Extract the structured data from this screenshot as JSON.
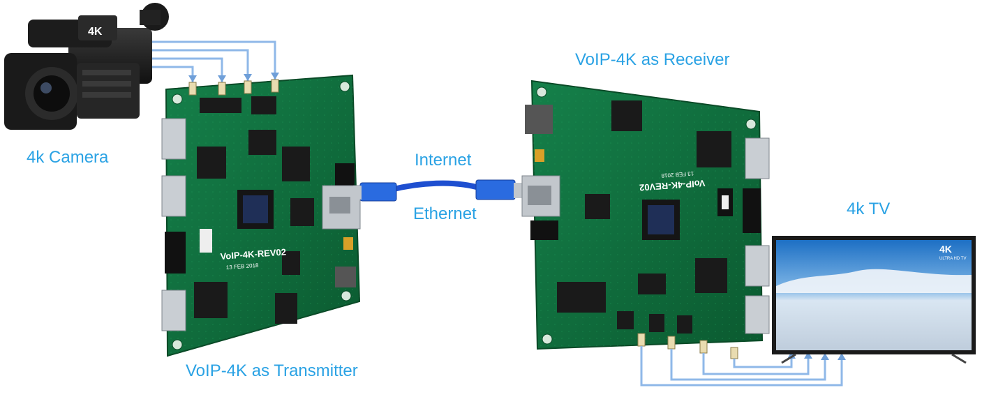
{
  "labels": {
    "camera": "4k Camera",
    "transmitter": "VoIP-4K as Transmitter",
    "receiver": "VoIP-4K as Receiver",
    "internet": "Internet",
    "ethernet": "Ethernet",
    "tv": "4k TV"
  },
  "board_tx": {
    "silk_name": "VoIP-4K-REV02",
    "silk_date": "13 FEB 2018"
  },
  "board_rx": {
    "silk_name": "VoIP-4K-REV02",
    "silk_date": "13 FEB 2018"
  },
  "camera": {
    "badge": "4K"
  },
  "tv": {
    "badge": "4K",
    "badge_sub": "ULTRA HD TV"
  },
  "colors": {
    "label": "#2aa2e4",
    "wire": "#8fb8e8",
    "cable": "#1e4fd0",
    "pcb": "#0f6b3a"
  }
}
